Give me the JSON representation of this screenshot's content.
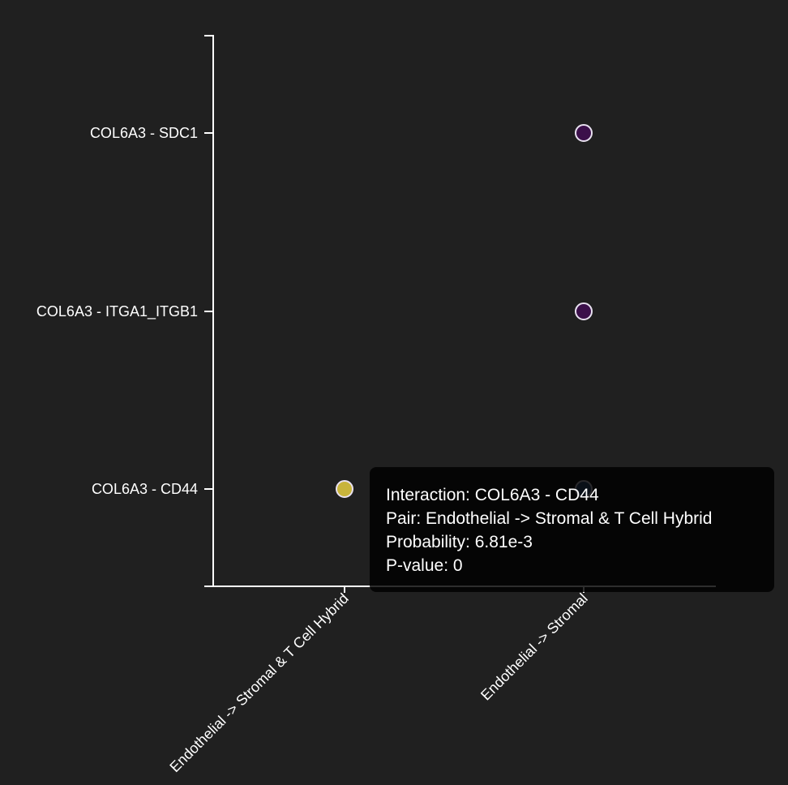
{
  "chart_data": {
    "type": "scatter",
    "categories_x": [
      "Endothelial -> Stromal & T Cell Hybrid",
      "Endothelial -> Stromal"
    ],
    "categories_y": [
      "COL6A3 - SDC1",
      "COL6A3 - ITGA1_ITGB1",
      "COL6A3 - CD44"
    ],
    "points": [
      {
        "x": "Endothelial -> Stromal",
        "y": "COL6A3 - SDC1",
        "color": "#3b0f4a"
      },
      {
        "x": "Endothelial -> Stromal",
        "y": "COL6A3 - ITGA1_ITGB1",
        "color": "#3b0f4a"
      },
      {
        "x": "Endothelial -> Stromal & T Cell Hybrid",
        "y": "COL6A3 - CD44",
        "color": "#c8b43c"
      },
      {
        "x": "Endothelial -> Stromal",
        "y": "COL6A3 - CD44",
        "color": "#3a5a86"
      }
    ],
    "grid": false,
    "title": "",
    "xlabel": "",
    "ylabel": ""
  },
  "tooltip": {
    "interaction": "Interaction: COL6A3 - CD44",
    "pair": "Pair: Endothelial -> Stromal & T Cell Hybrid",
    "probability": "Probability: 6.81e-3",
    "pvalue": "P-value: 0"
  },
  "colors": {
    "background": "#202020",
    "axis": "#ffffff",
    "marker_stroke": "#e8e0f0"
  }
}
